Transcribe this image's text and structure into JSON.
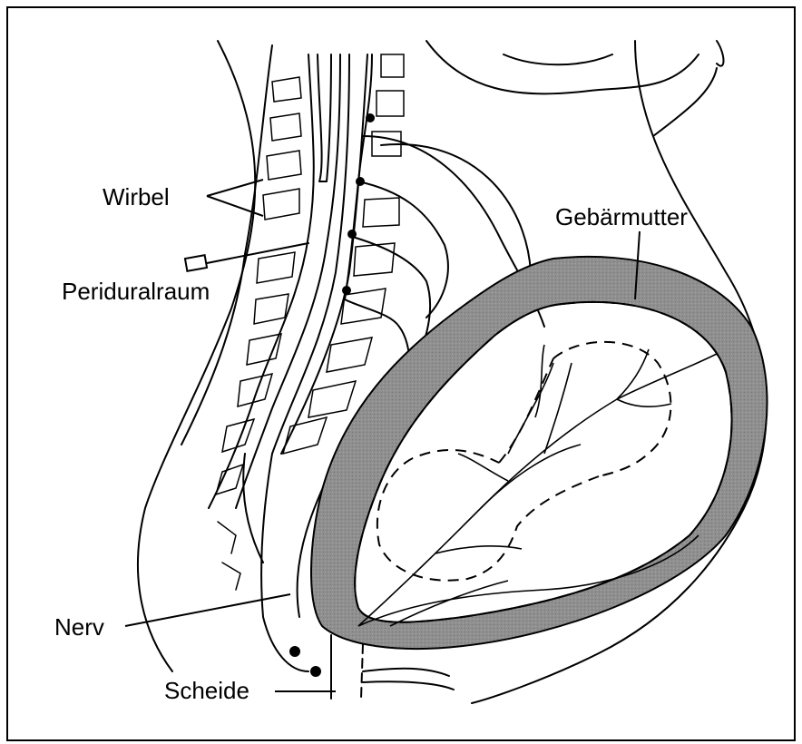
{
  "labels": {
    "wirbel": "Wirbel",
    "periduralraum": "Periduralraum",
    "gebaermutter": "Gebärmutter",
    "nerv": "Nerv",
    "scheide": "Scheide"
  },
  "colors": {
    "ink": "#000000",
    "uterus_wall": "#8c8c8c",
    "background": "#ffffff"
  }
}
